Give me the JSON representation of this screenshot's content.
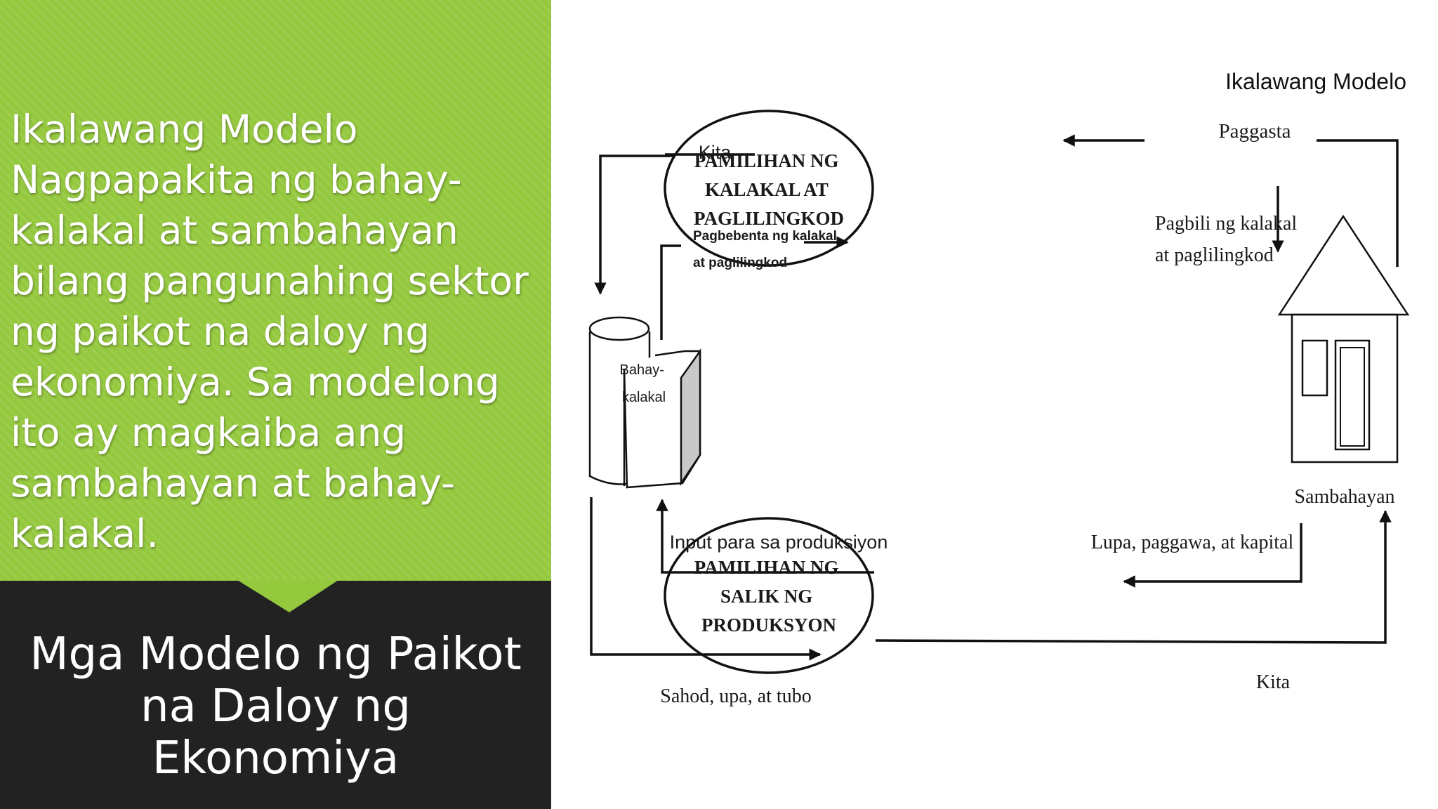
{
  "slide": {
    "description_heading": "Ikalawang Modelo",
    "description_body": "Nagpapakita ng bahay-kalakal at sambahayan bilang pangunahing sektor ng paikot na daloy ng ekonomiya. Sa modelong ito ay magkaiba ang sambahayan at bahay-kalakal.",
    "title": "Mga Modelo ng Paikot na Daloy ng Ekonomiya",
    "model_label": "Ikalawang Modelo"
  },
  "diagram": {
    "market_goods": [
      "PAMILIHAN NG",
      "KALAKAL AT",
      "PAGLILINGKOD"
    ],
    "market_factors": [
      "PAMILIHAN NG",
      "SALIK NG",
      "PRODUKSYON"
    ],
    "firm_label": [
      "Bahay-",
      "kalakal"
    ],
    "household_label": "Sambahayan",
    "flow_kita_top": "Kita",
    "flow_pagbebenta": [
      "Pagbebenta ng kalakal",
      "at paglilingkod"
    ],
    "flow_paggasta": "Paggasta",
    "flow_pagbili": [
      "Pagbili ng kalakal",
      "at paglilingkod"
    ],
    "flow_input": "Input para sa produksiyon",
    "flow_lupa": "Lupa, paggawa, at kapital",
    "flow_sahod": "Sahod, upa, at tubo",
    "flow_kita_bottom": "Kita"
  },
  "colors": {
    "green": "#94c83d",
    "dark": "#222222",
    "line": "#111111"
  }
}
